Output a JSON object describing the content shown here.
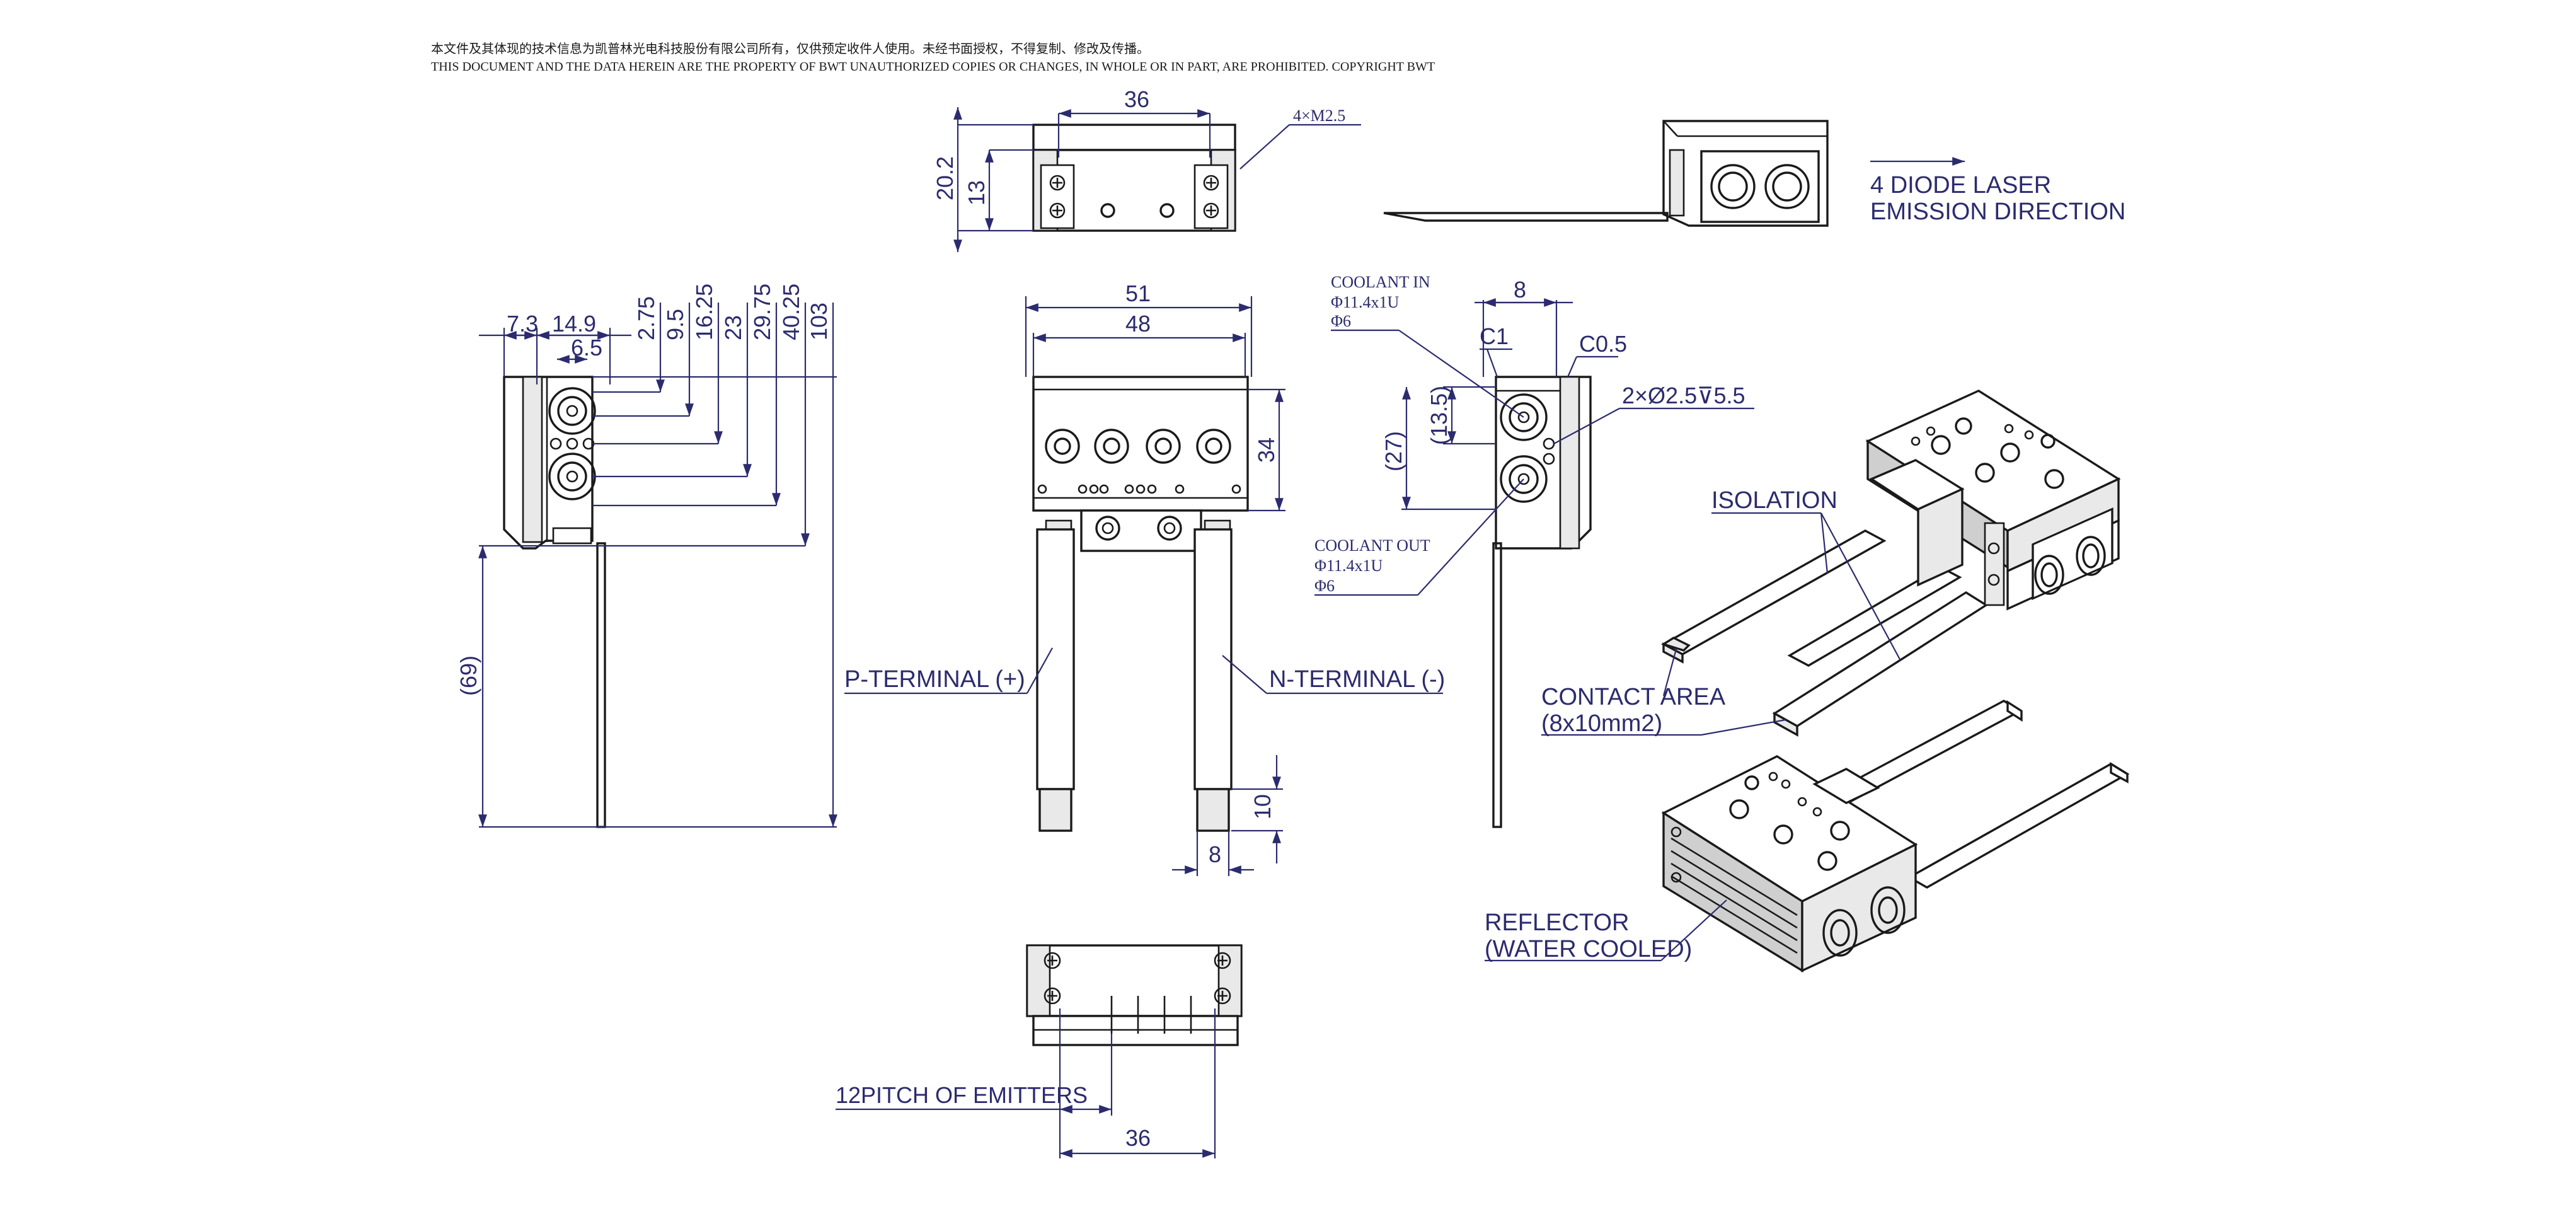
{
  "header": {
    "notice_cn": "本文件及其体现的技术信息为凯普林光电科技股份有限公司所有，仅供预定收件人使用。未经书面授权，不得复制、修改及传播。",
    "notice_en": "THIS DOCUMENT AND THE DATA HEREIN ARE THE PROPERTY OF BWT UNAUTHORIZED COPIES OR CHANGES, IN WHOLE OR IN PART,  ARE PROHIBITED. COPYRIGHT BWT"
  },
  "top_view": {
    "width_dim": "36",
    "thread_note": "4×M2.5",
    "height_dim": "20.2",
    "inner_height_dim": "13"
  },
  "emission": {
    "line1": "4 DIODE LASER",
    "line2": "EMISSION DIRECTION"
  },
  "left_view": {
    "h_dims": [
      "7.3",
      "14.9",
      "6.5"
    ],
    "v_dims": [
      "2.75",
      "9.5",
      "16.25",
      "23",
      "29.75",
      "40.25",
      "103"
    ],
    "lead_dim": "(69)"
  },
  "front_view": {
    "outer_width": "51",
    "inner_width": "48",
    "height": "34",
    "p_terminal": "P-TERMINAL (+)",
    "n_terminal": "N-TERMINAL (-)",
    "terminal_length": "10",
    "terminal_width": "8"
  },
  "side_view": {
    "coolant_in": [
      "COOLANT IN",
      "Φ11.4x1U",
      "Φ6"
    ],
    "coolant_out": [
      "COOLANT OUT",
      "Φ11.4x1U",
      "Φ6"
    ],
    "width": "8",
    "chamfer1": "C1",
    "chamfer2": "C0.5",
    "hole_note": "2×Ø2.5⊽5.5",
    "v_dim1": "(13.5)",
    "v_dim2": "(27)"
  },
  "bottom_view": {
    "pitch_label": "12PITCH OF EMITTERS",
    "width_dim": "36"
  },
  "iso_labels": {
    "isolation": "ISOLATION",
    "contact_area_1": "CONTACT AREA",
    "contact_area_2": "(8x10mm2)",
    "reflector_1": "REFLECTOR",
    "reflector_2": "(WATER COOLED)"
  }
}
